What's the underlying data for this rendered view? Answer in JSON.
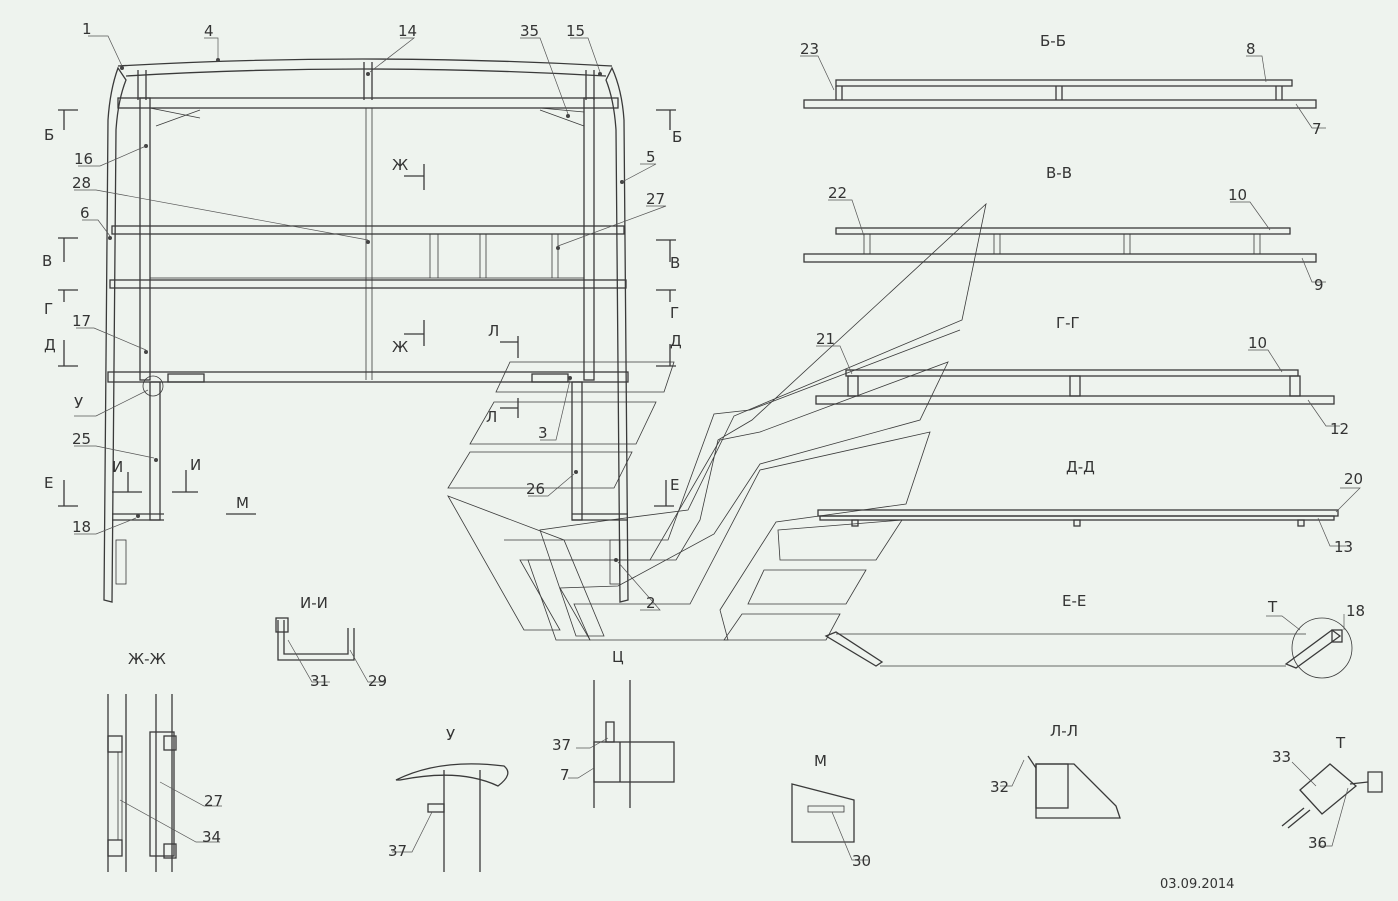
{
  "date": "03.09.2014",
  "section_titles": {
    "bb": "Б-Б",
    "vv": "В-В",
    "gg": "Г-Г",
    "dd": "Д-Д",
    "ee": "Е-Е",
    "zhzh": "Ж-Ж",
    "ii": "И-И",
    "ll": "Л-Л",
    "u": "У",
    "ts": "Ц",
    "m": "М",
    "t1": "Т",
    "t2": "Т"
  },
  "cut_markers": {
    "b_left": "Б",
    "b_right": "Б",
    "v_left": "В",
    "v_right": "В",
    "g_left": "Г",
    "g_right": "Г",
    "d_left": "Д",
    "d_right": "Д",
    "e_left": "Е",
    "e_right": "Е",
    "zh_top": "Ж",
    "zh_bottom": "Ж",
    "l_top": "Л",
    "l_bottom": "Л",
    "i_left": "И",
    "i_right": "И",
    "m": "М",
    "u": "У"
  },
  "part_numbers": [
    "1",
    "4",
    "14",
    "35",
    "15",
    "16",
    "28",
    "5",
    "6",
    "27",
    "17",
    "25",
    "18",
    "3",
    "26",
    "2",
    "23",
    "8",
    "7",
    "22",
    "10",
    "9",
    "21",
    "10",
    "12",
    "20",
    "13",
    "18",
    "31",
    "29",
    "37",
    "7",
    "27",
    "34",
    "37",
    "30",
    "32",
    "33",
    "36"
  ]
}
